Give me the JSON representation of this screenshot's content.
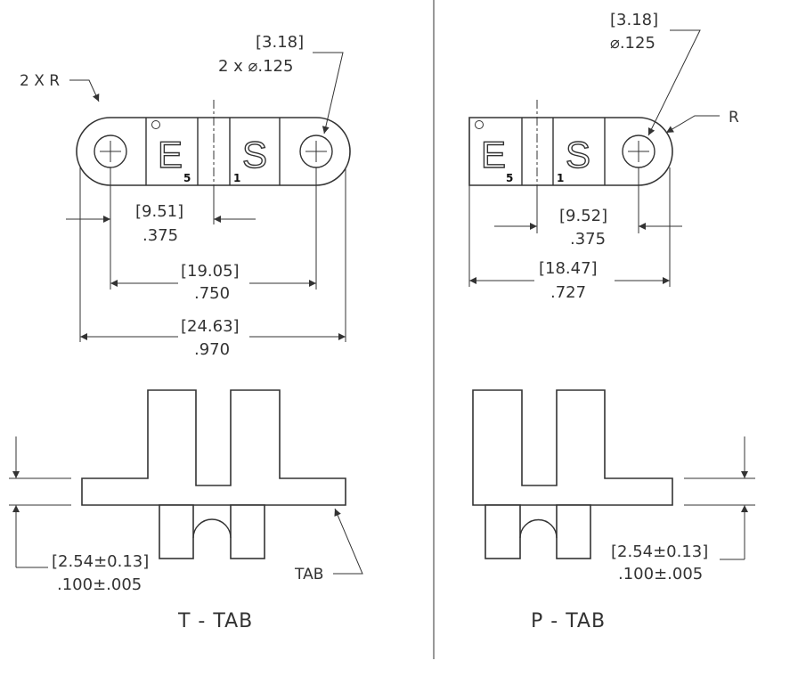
{
  "t_tab": {
    "title": "T - TAB",
    "radius_note": "2 X R",
    "hole_dim_mm": "[3.18]",
    "hole_dim_in": "2 x ⌀.125",
    "pitch_mm": "[9.51]",
    "pitch_in": ".375",
    "span_mm": "[19.05]",
    "span_in": ".750",
    "overall_mm": "[24.63]",
    "overall_in": ".970",
    "thickness_mm": "[2.54±0.13]",
    "thickness_in": ".100±.005",
    "tab_label": "TAB",
    "letter_left": "E",
    "letter_right": "S",
    "pin_left": "5",
    "pin_right": "1"
  },
  "p_tab": {
    "title": "P - TAB",
    "radius_note": "R",
    "hole_dim_mm": "[3.18]",
    "hole_dim_in": "⌀.125",
    "pitch_mm": "[9.52]",
    "pitch_in": ".375",
    "overall_mm": "[18.47]",
    "overall_in": ".727",
    "thickness_mm": "[2.54±0.13]",
    "thickness_in": ".100±.005",
    "letter_left": "E",
    "letter_right": "S",
    "pin_left": "5",
    "pin_right": "1"
  }
}
